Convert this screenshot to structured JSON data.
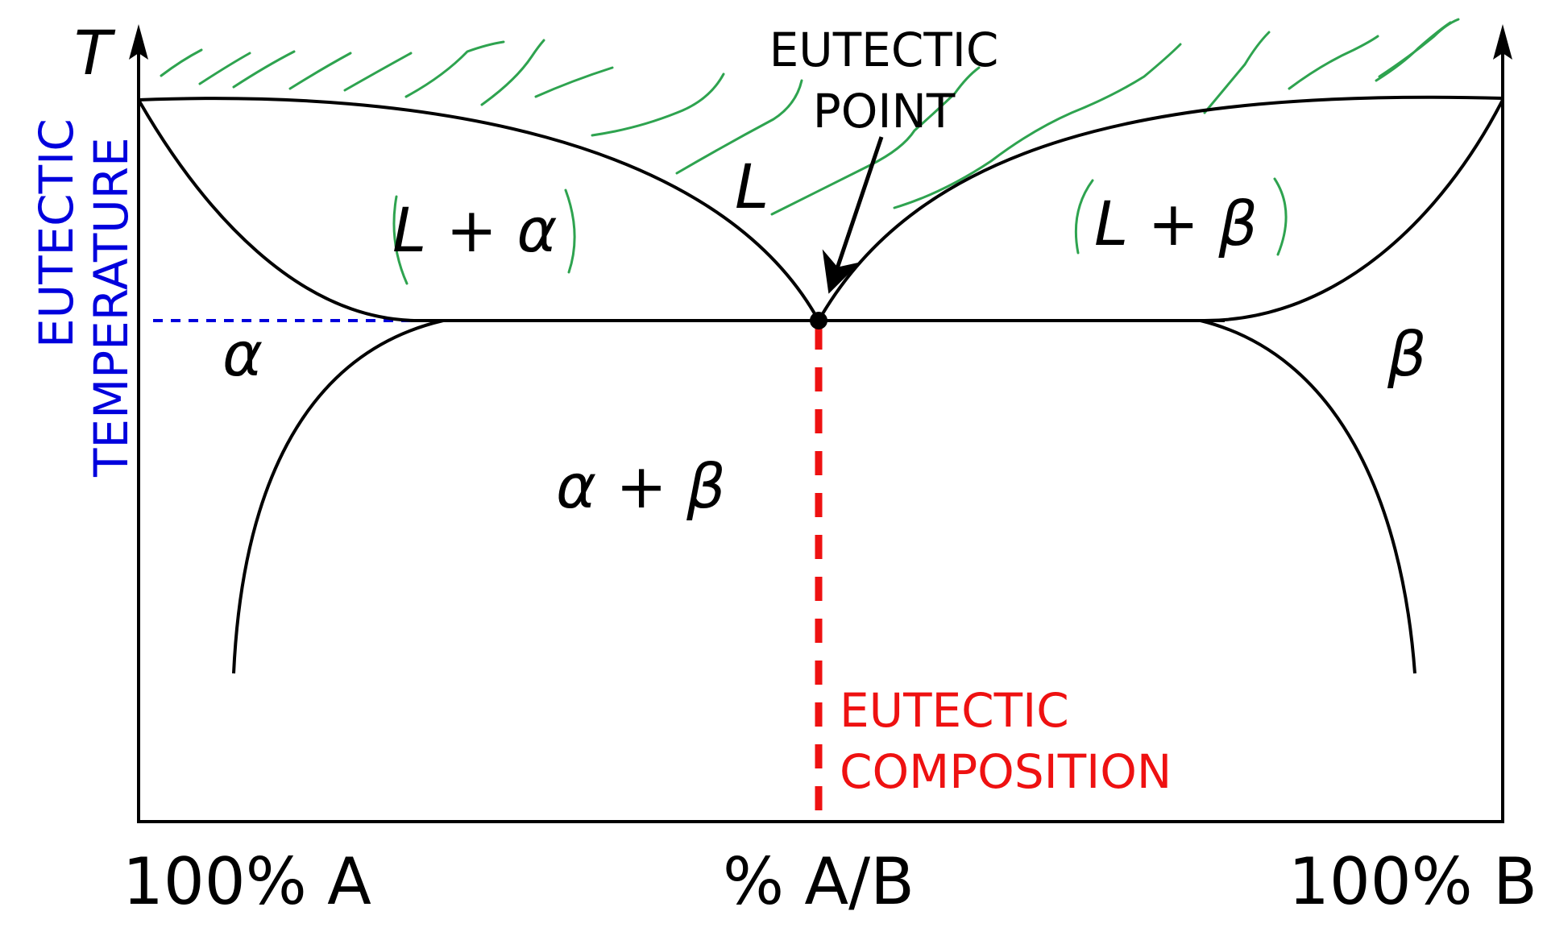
{
  "axes": {
    "y_axis_label": "T",
    "x_left_label": "100% A",
    "x_center_label": "% A/B",
    "x_right_label": "100% B"
  },
  "annotations": {
    "eutectic_point": {
      "line1": "EUTECTIC",
      "line2": "POINT"
    },
    "eutectic_temperature": {
      "line1": "EUTECTIC",
      "line2": "TEMPERATURE",
      "color": "#0000dd"
    },
    "eutectic_composition": {
      "line1": "EUTECTIC",
      "line2": "COMPOSITION",
      "color": "#ee1111"
    }
  },
  "phases": {
    "liquid": "L",
    "liquid_alpha": "L + α",
    "liquid_beta": "L + β",
    "alpha": "α",
    "beta": "β",
    "alpha_beta": "α + β"
  },
  "colors": {
    "lines": "#000000",
    "hatch": "#2ea34f",
    "eutectic_temperature_line": "#0000dd",
    "eutectic_composition_line": "#ee1111"
  }
}
